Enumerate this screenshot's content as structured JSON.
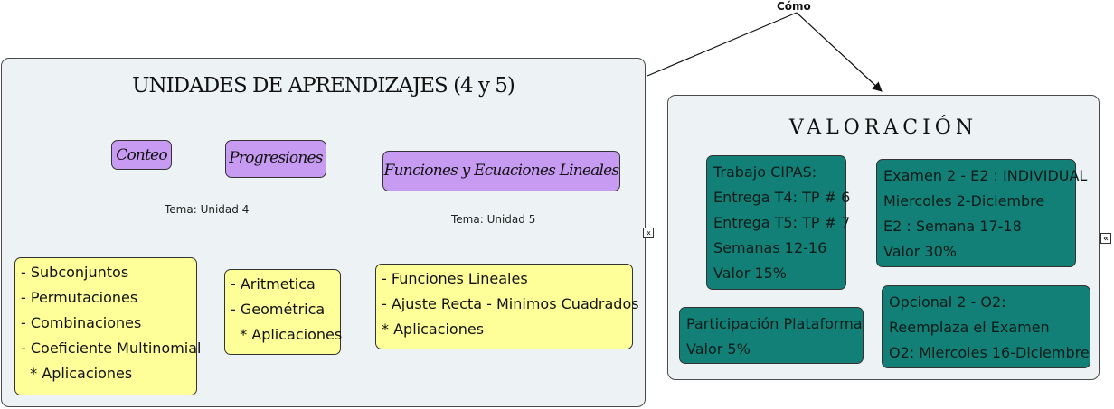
{
  "top_label": "Cómo",
  "left_panel": {
    "title": "UNIDADES DE APRENDIZAJES  (4 y 5)",
    "concepts": [
      "Conteo",
      "Progresiones",
      "Funciones y Ecuaciones Lineales"
    ],
    "link_labels": [
      "Tema: Unidad 4",
      "Tema: Unidad 5"
    ],
    "box_subconjuntos": [
      "- Subconjuntos",
      "- Permutaciones",
      "- Combinaciones",
      "- Coeficiente Multinomial",
      "  * Aplicaciones"
    ],
    "box_aritmetica": [
      "- Aritmetica",
      "- Geométrica",
      "  * Aplicaciones"
    ],
    "box_funciones": [
      "- Funciones Lineales",
      "- Ajuste Recta - Minimos Cuadrados",
      "* Aplicaciones"
    ]
  },
  "right_panel": {
    "title": "VALORACIÓN",
    "box_cipas": [
      "Trabajo CIPAS:",
      "Entrega T4: TP # 6",
      "Entrega T5: TP # 7",
      "Semanas 12-16",
      "Valor 15%"
    ],
    "box_examen": [
      "Examen 2 - E2 : INDIVIDUAL",
      "Miercoles 2-Diciembre",
      "E2 : Semana 17-18",
      "Valor 30%"
    ],
    "box_participacion": [
      "Participación Plataforma",
      "Valor 5%"
    ],
    "box_opcional": [
      "Opcional 2 - O2:",
      "Reemplaza el Examen",
      "O2: Miercoles  16-Diciembre"
    ]
  },
  "collapse_glyph": "«",
  "colors": {
    "panel": "#edf3f4",
    "concept": "#c79bf2",
    "detail": "#ffff9a",
    "valoracion": "#138078",
    "arrow_red": "#d81010",
    "arrow_brown": "#8b2f12"
  }
}
